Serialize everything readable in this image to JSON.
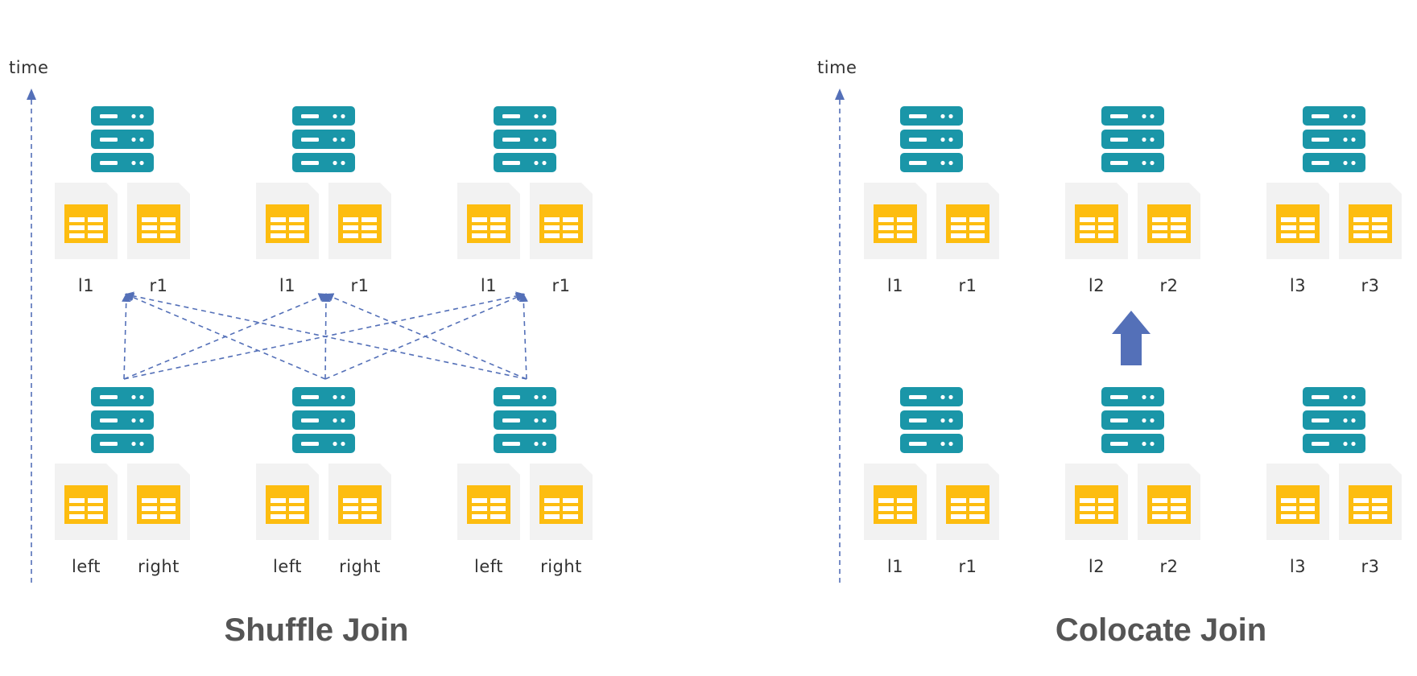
{
  "colors": {
    "server": "#1a96a8",
    "server_line": "#ffffff",
    "doc": "#f2f2f2",
    "table": "#fdbd10",
    "arrow": "#5470b8",
    "label": "#333333",
    "title": "#555555"
  },
  "icons": {
    "server": "server-icon",
    "table": "table-file-icon"
  },
  "shuffle": {
    "title": "Shuffle Join",
    "axis_label": "time",
    "top_nodes": [
      {
        "left": "l1",
        "right": "r1"
      },
      {
        "left": "l1",
        "right": "r1"
      },
      {
        "left": "l1",
        "right": "r1"
      }
    ],
    "bottom_nodes": [
      {
        "left": "left",
        "right": "right"
      },
      {
        "left": "left",
        "right": "right"
      },
      {
        "left": "left",
        "right": "right"
      }
    ]
  },
  "colocate": {
    "title": "Colocate Join",
    "axis_label": "time",
    "top_nodes": [
      {
        "left": "l1",
        "right": "r1"
      },
      {
        "left": "l2",
        "right": "r2"
      },
      {
        "left": "l3",
        "right": "r3"
      }
    ],
    "bottom_nodes": [
      {
        "left": "l1",
        "right": "r1"
      },
      {
        "left": "l2",
        "right": "r2"
      },
      {
        "left": "l3",
        "right": "r3"
      }
    ]
  }
}
